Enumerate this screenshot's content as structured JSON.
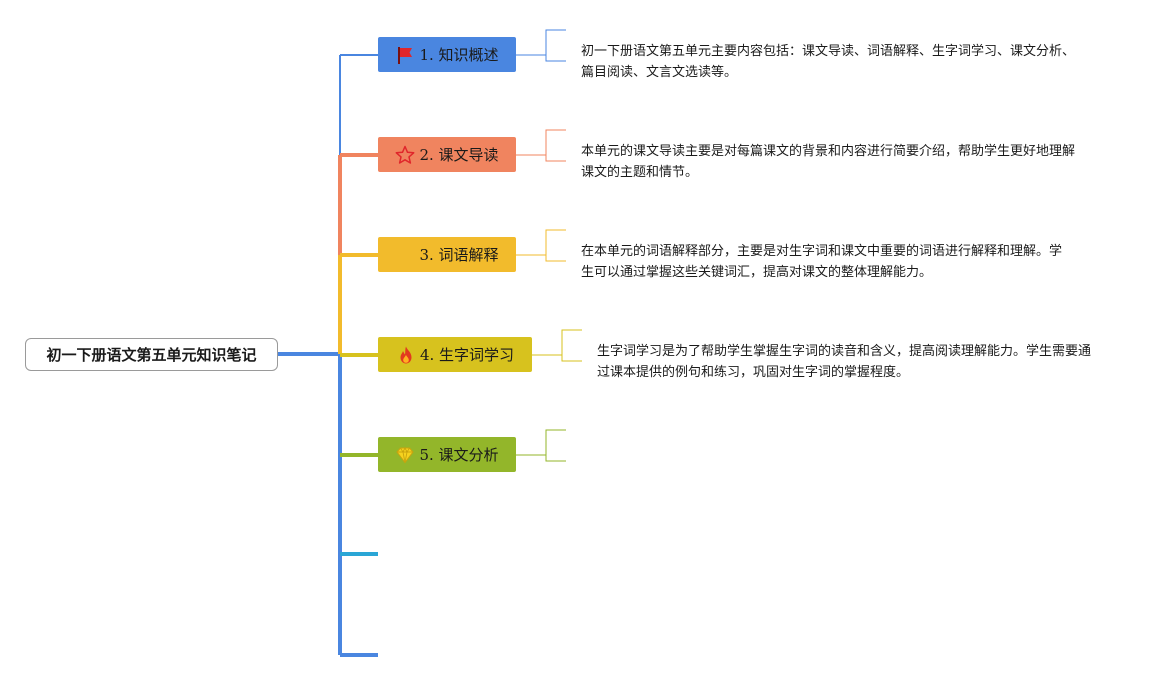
{
  "root": {
    "title": "初一下册语文第五单元知识笔记"
  },
  "topics": [
    {
      "label": "1. 知识概述",
      "icon": "red-flag-icon",
      "color": "#4a86e0",
      "line_color": "#4a86e0",
      "note": "初一下册语文第五单元主要内容包括：课文导读、词语解释、生字词学习、课文分析、篇目阅读、文言文选读等。"
    },
    {
      "label": "2. 课文导读",
      "icon": "star-icon",
      "color": "#f0845f",
      "line_color": "#f0845f",
      "note": "本单元的课文导读主要是对每篇课文的背景和内容进行简要介绍，帮助学生更好地理解课文的主题和情节。"
    },
    {
      "label": "3. 词语解释",
      "icon": "",
      "color": "#f2bb2c",
      "line_color": "#f2bb2c",
      "note": "在本单元的词语解释部分，主要是对生字词和课文中重要的词语进行解释和理解。学生可以通过掌握这些关键词汇，提高对课文的整体理解能力。"
    },
    {
      "label": "4. 生字词学习",
      "icon": "fire-icon",
      "color": "#d7c21e",
      "line_color": "#d7c21e",
      "note": "生字词学习是为了帮助学生掌握生字词的读音和含义，提高阅读理解能力。学生需要通过课本提供的例句和练习，巩固对生字词的掌握程度。"
    },
    {
      "label": "5. 课文分析",
      "icon": "diamond-icon",
      "color": "#93b62a",
      "line_color": "#93b62a",
      "note": ""
    }
  ],
  "extra_branch_colors": [
    "#2aa6d6",
    "#4a86e0"
  ],
  "trunk_color": "#4a86e0"
}
